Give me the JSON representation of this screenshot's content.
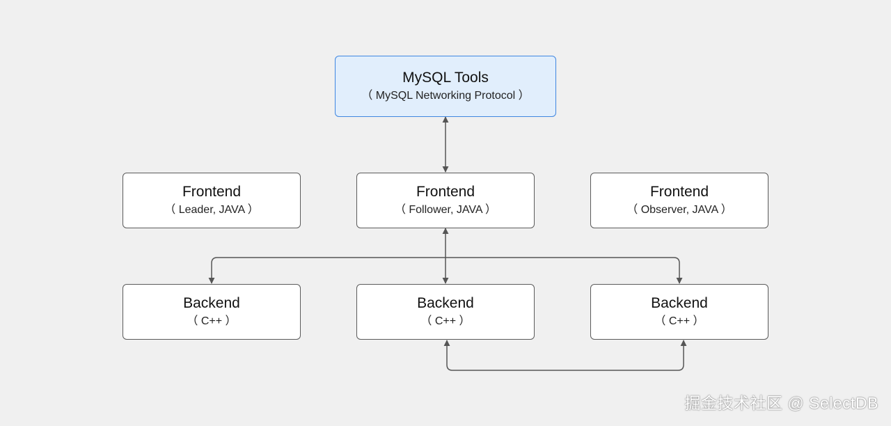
{
  "colors": {
    "background": "#f0f0f0",
    "box_fill": "#ffffff",
    "box_border": "#5a5a5a",
    "tools_fill": "#e1eefc",
    "tools_border": "#3f86e0",
    "connector": "#555555"
  },
  "nodes": {
    "mysql_tools": {
      "title": "MySQL Tools",
      "subtitle": "（ MySQL Networking Protocol ）"
    },
    "fe_leader": {
      "title": "Frontend",
      "subtitle": "（ Leader, JAVA ）"
    },
    "fe_follower": {
      "title": "Frontend",
      "subtitle": "（ Follower, JAVA ）"
    },
    "fe_observer": {
      "title": "Frontend",
      "subtitle": "（ Observer, JAVA ）"
    },
    "be_left": {
      "title": "Backend",
      "subtitle": "（ C++ ）"
    },
    "be_middle": {
      "title": "Backend",
      "subtitle": "（ C++ ）"
    },
    "be_right": {
      "title": "Backend",
      "subtitle": "（ C++ ）"
    }
  },
  "watermark": "掘金技术社区 @ SelectDB"
}
